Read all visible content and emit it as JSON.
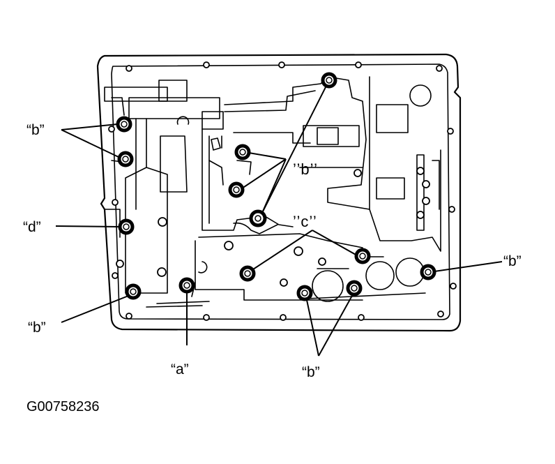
{
  "callouts": {
    "b_left_top": "“b”",
    "d_left": "“d”",
    "b_left_bottom": "“b”",
    "a_bottom": "“a”",
    "b_bottom": "“b”",
    "b_right": "“b”",
    "b_inner": "’’b’’",
    "c_inner": "’’c’’"
  },
  "figure_id": "G00758236"
}
